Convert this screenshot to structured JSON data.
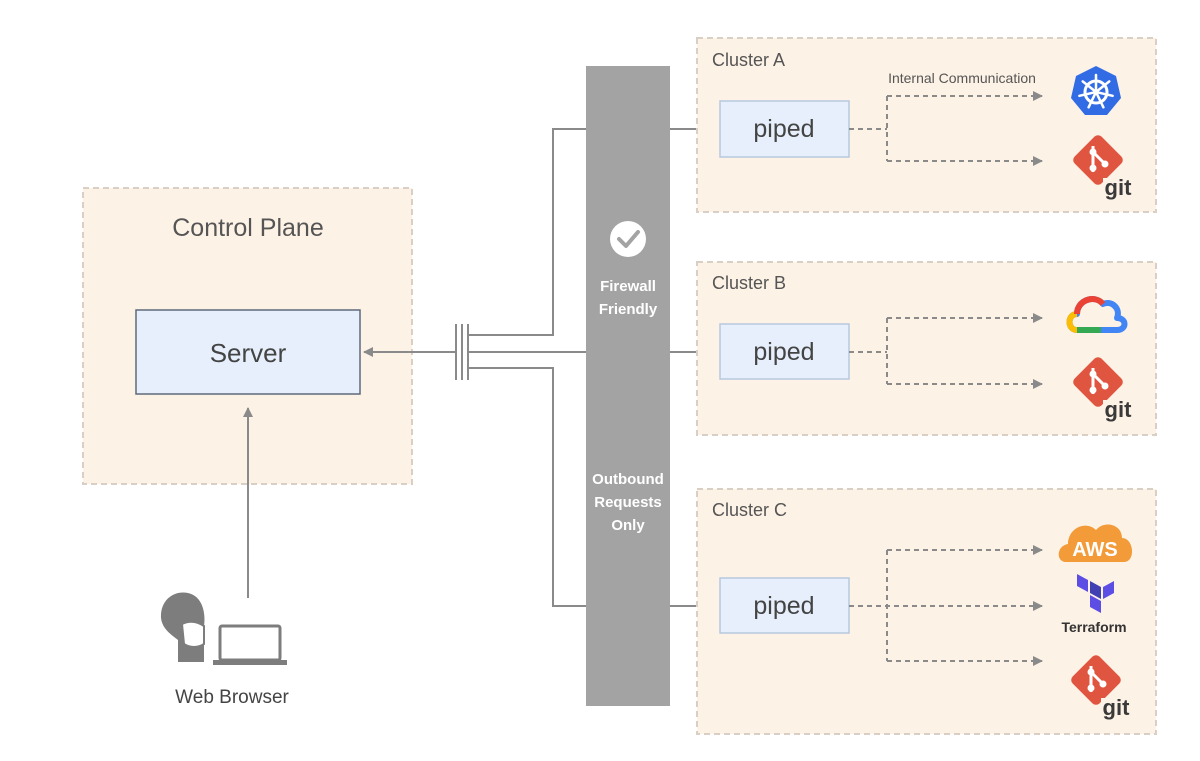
{
  "control_plane": {
    "title": "Control Plane",
    "server_label": "Server"
  },
  "web_browser": {
    "label": "Web Browser"
  },
  "firewall": {
    "line1": "Firewall",
    "line2": "Friendly",
    "note_line1": "Outbound",
    "note_line2": "Requests",
    "note_line3": "Only"
  },
  "clusters": [
    {
      "name": "Cluster A",
      "agent_label": "piped",
      "annotation": "Internal Communication",
      "targets": [
        "kubernetes-icon",
        "git-icon"
      ]
    },
    {
      "name": "Cluster B",
      "agent_label": "piped",
      "targets": [
        "google-cloud-icon",
        "git-icon"
      ]
    },
    {
      "name": "Cluster C",
      "agent_label": "piped",
      "targets": [
        "aws-icon",
        "terraform-icon",
        "git-icon"
      ]
    }
  ],
  "icons": {
    "aws_text": "AWS",
    "terraform_text": "Terraform",
    "git_text": "git"
  },
  "colors": {
    "region_fill": "#fdf2e6",
    "region_border": "#d9cfc5",
    "box_fill": "#e6effb",
    "box_border": "#b8c8de",
    "firewall": "#a3a3a3",
    "line": "#8a8a8a",
    "git": "#e0553f",
    "kubernetes": "#326ce5",
    "aws": "#f29b38",
    "terraform": "#5c4ee5"
  }
}
